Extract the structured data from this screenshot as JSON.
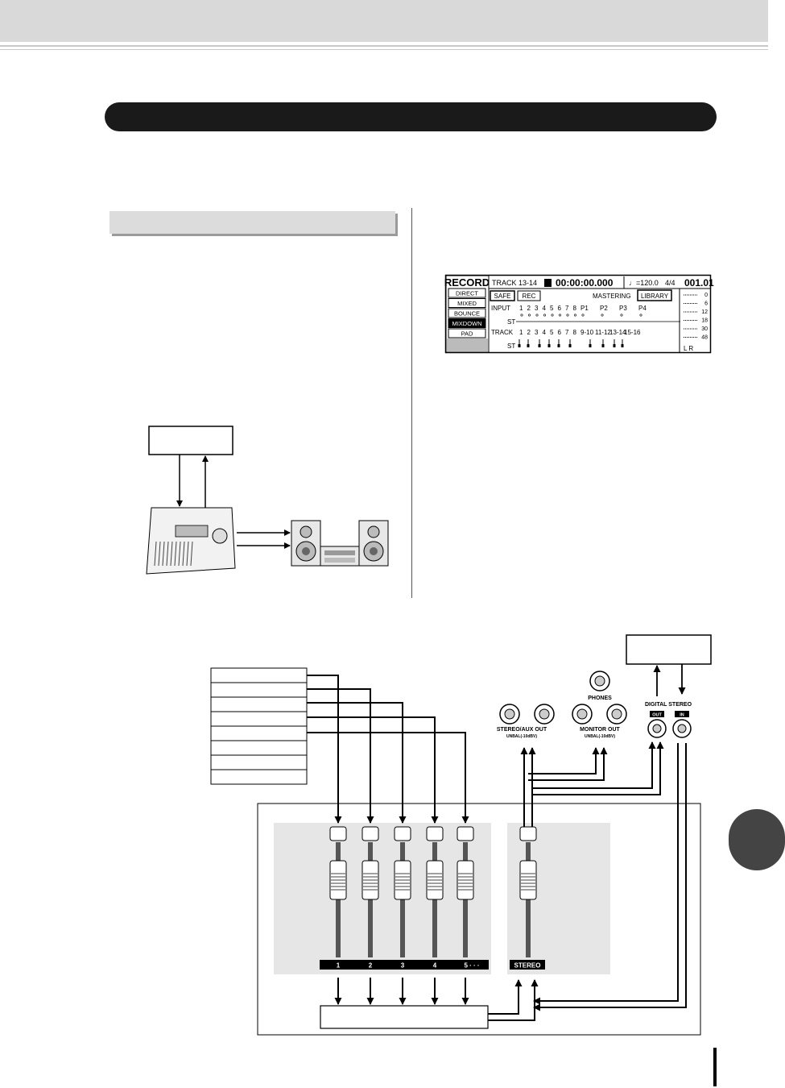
{
  "lcd": {
    "title": "RECORD",
    "track": "TRACK 13-14",
    "time": "00:00:00.000",
    "tempo": "♩=120.0",
    "meter": "4/4",
    "bar": "001.01",
    "modes": [
      "DIRECT",
      "MIXED",
      "BOUNCE",
      "MIXDOWN",
      "PAD"
    ],
    "active_mode": "MIXDOWN",
    "safe": "SAFE",
    "rec": "REC",
    "mastering": "MASTERING",
    "library": "LIBRARY",
    "input_label": "INPUT",
    "input_numbers": [
      "1",
      "2",
      "3",
      "4",
      "5",
      "6",
      "7",
      "8",
      "P1",
      "P2",
      "P3",
      "P4"
    ],
    "st_label": "ST",
    "track_label": "TRACK",
    "track_numbers": [
      "1",
      "2",
      "3",
      "4",
      "5",
      "6",
      "7",
      "8",
      "9-10",
      "11-12",
      "13-14",
      "15-16"
    ],
    "meter_scale": [
      "0",
      "6",
      "12",
      "18",
      "30",
      "48"
    ],
    "lr": "L R"
  },
  "panel": {
    "phones": "PHONES",
    "stereo_aux_out": "STEREO/AUX OUT",
    "stereo_aux_sub": "UNBAL(-10dBV)",
    "monitor_out": "MONITOR OUT",
    "monitor_sub": "UNBAL(-10dBV)",
    "digital_stereo": "DIGITAL STEREO",
    "out": "OUT",
    "in": "IN"
  },
  "mixer": {
    "channels": [
      "1",
      "2",
      "3",
      "4",
      "5 · · ·"
    ],
    "stereo": "STEREO"
  }
}
